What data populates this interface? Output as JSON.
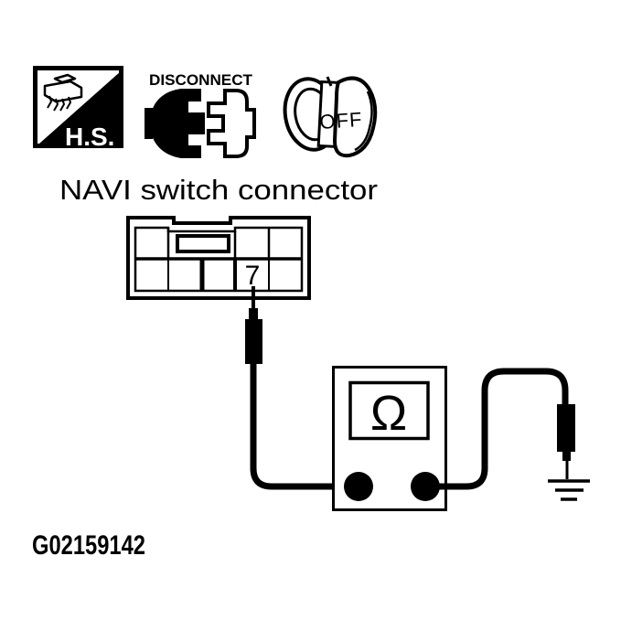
{
  "page": {
    "background_color": "#ffffff",
    "line_color": "#000000"
  },
  "header_icons": {
    "hs": {
      "label": "H.S."
    },
    "disconnect": {
      "label": "DISCONNECT"
    },
    "ignition": {
      "label": "OFF"
    }
  },
  "diagram": {
    "title": "NAVI switch connector",
    "connector": {
      "pin_label": "7"
    },
    "meter": {
      "display_symbol": "Ω"
    }
  },
  "footer": {
    "figure_id": "G02159142"
  }
}
